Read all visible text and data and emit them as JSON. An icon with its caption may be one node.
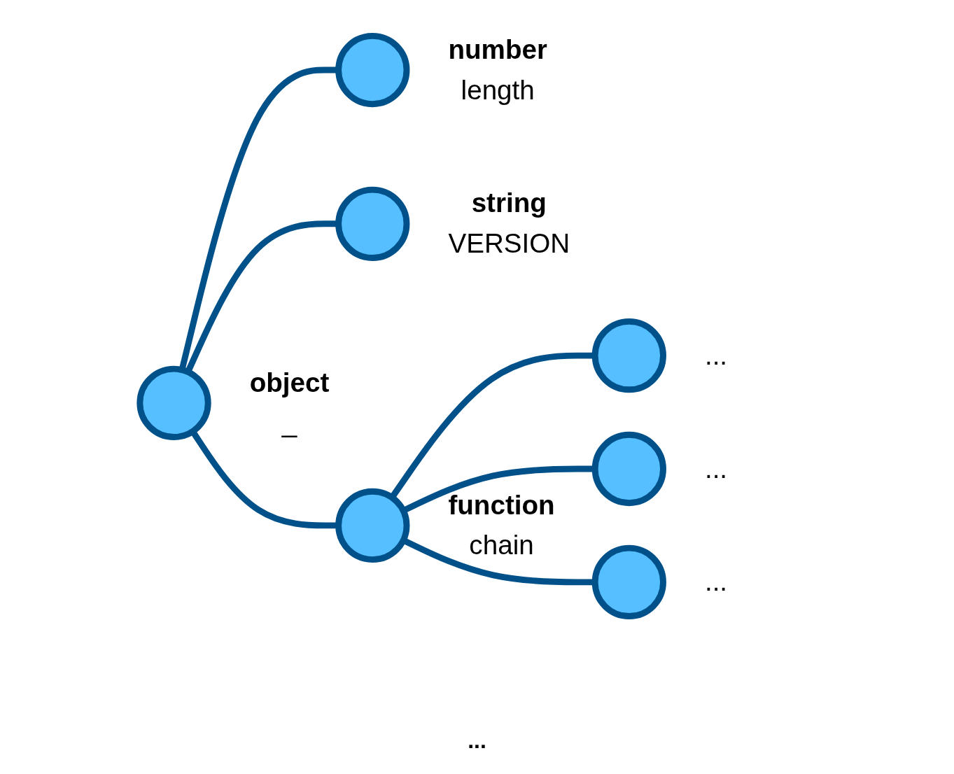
{
  "diagram": {
    "nodes": [
      {
        "text": [],
        "shape": "circle",
        "beside": [
          "object",
          "_"
        ]
      },
      {
        "text": [],
        "shape": "circle",
        "beside": [
          "number",
          "length"
        ]
      },
      {
        "text": [],
        "shape": "circle",
        "beside": [
          "string",
          "VERSION"
        ]
      },
      {
        "text": [],
        "shape": "circle",
        "beside": [
          "function",
          "chain"
        ]
      },
      {
        "text": [],
        "shape": "circle",
        "beside": [
          "..."
        ]
      },
      {
        "text": [],
        "shape": "circle",
        "beside": [
          "..."
        ]
      },
      {
        "text": [],
        "shape": "circle",
        "beside": [
          "..."
        ]
      }
    ],
    "edges": [
      {
        "from": 0,
        "to": 1,
        "arrow": "none"
      },
      {
        "from": 0,
        "to": 2,
        "arrow": "none"
      },
      {
        "from": 0,
        "to": 3,
        "arrow": "none"
      },
      {
        "from": 3,
        "to": 4,
        "arrow": "none"
      },
      {
        "from": 3,
        "to": 5,
        "arrow": "none"
      },
      {
        "from": 3,
        "to": 6,
        "arrow": "none"
      }
    ],
    "labels": [
      "..."
    ]
  }
}
